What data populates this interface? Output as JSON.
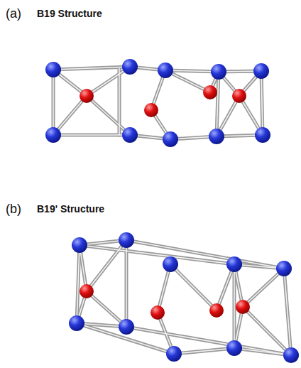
{
  "diagram": {
    "labels": [
      "(a)",
      "B19 Structure",
      "(b)",
      "B19' Structure"
    ]
  }
}
